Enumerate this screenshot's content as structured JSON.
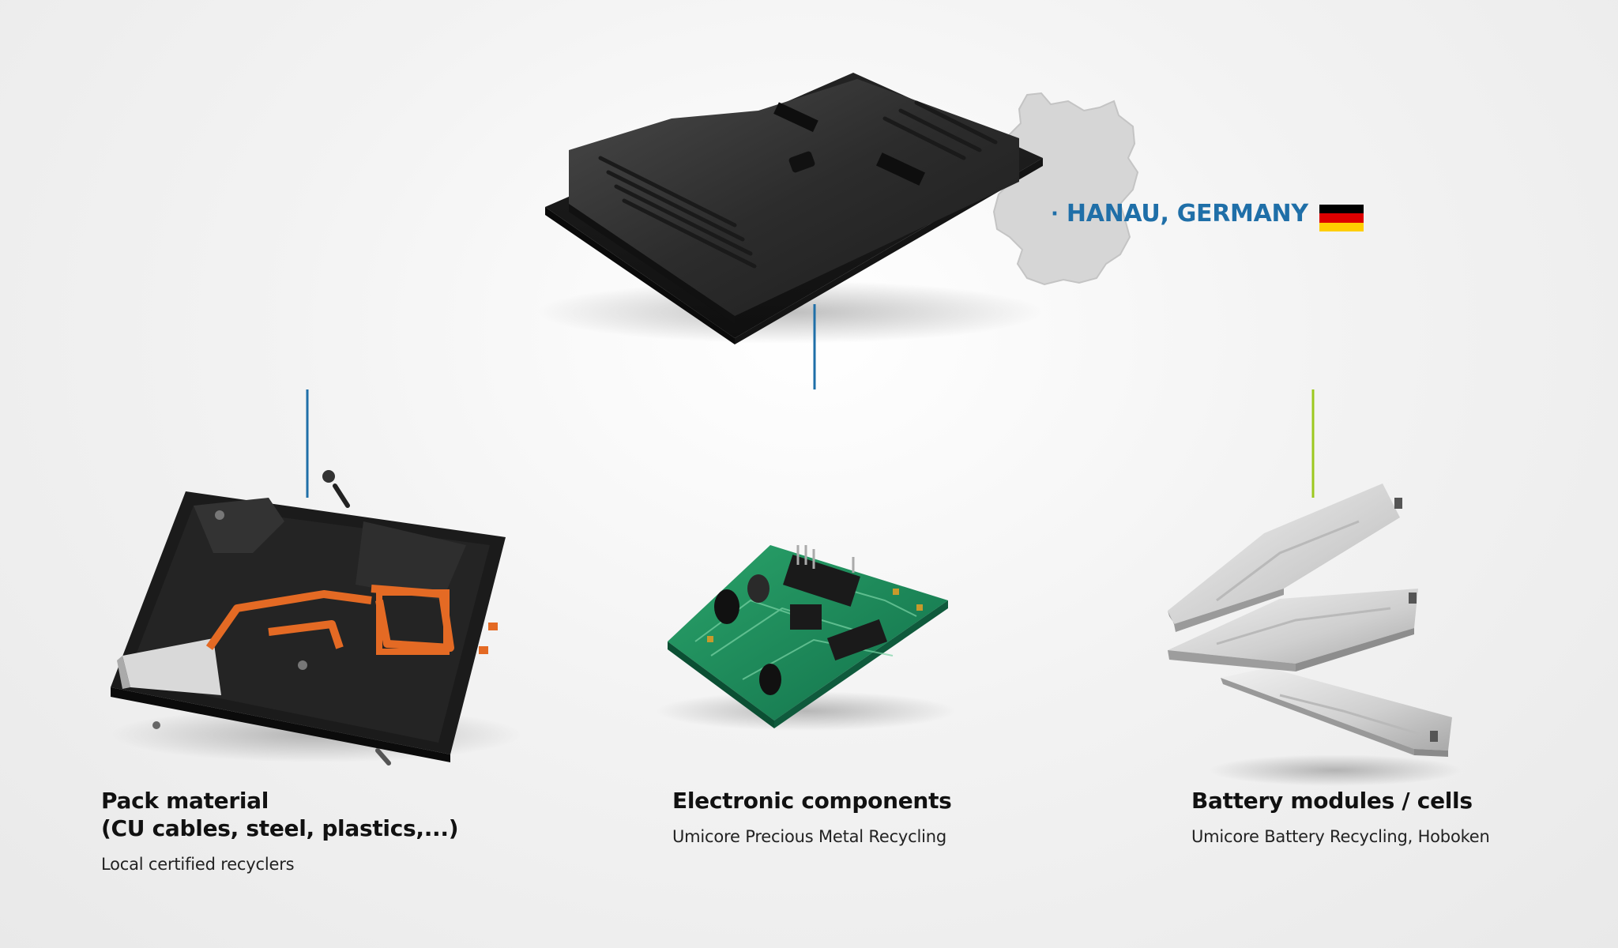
{
  "location": {
    "label": "HANAU, GERMANY",
    "flag_colors": [
      "#000000",
      "#dd0000",
      "#ffce00"
    ],
    "accent": "#1f6fa8"
  },
  "connector_colors": {
    "left": "#1f6fa8",
    "center": "#2e9a5e",
    "right": "#9cc81e"
  },
  "items": [
    {
      "title_line1": "Pack material",
      "title_line2": "(CU cables, steel, plastics,...)",
      "subtitle": "Local certified recyclers",
      "icon": "battery-pack-open-icon"
    },
    {
      "title_line1": "Electronic components",
      "subtitle": "Umicore Precious Metal Recycling",
      "icon": "circuit-board-icon"
    },
    {
      "title_line1": "Battery modules / cells",
      "subtitle": "Umicore Battery Recycling, Hoboken",
      "icon": "battery-cells-icon"
    }
  ],
  "main_device_icon": "battery-pack-closed-icon",
  "map_icon": "germany-map-icon"
}
